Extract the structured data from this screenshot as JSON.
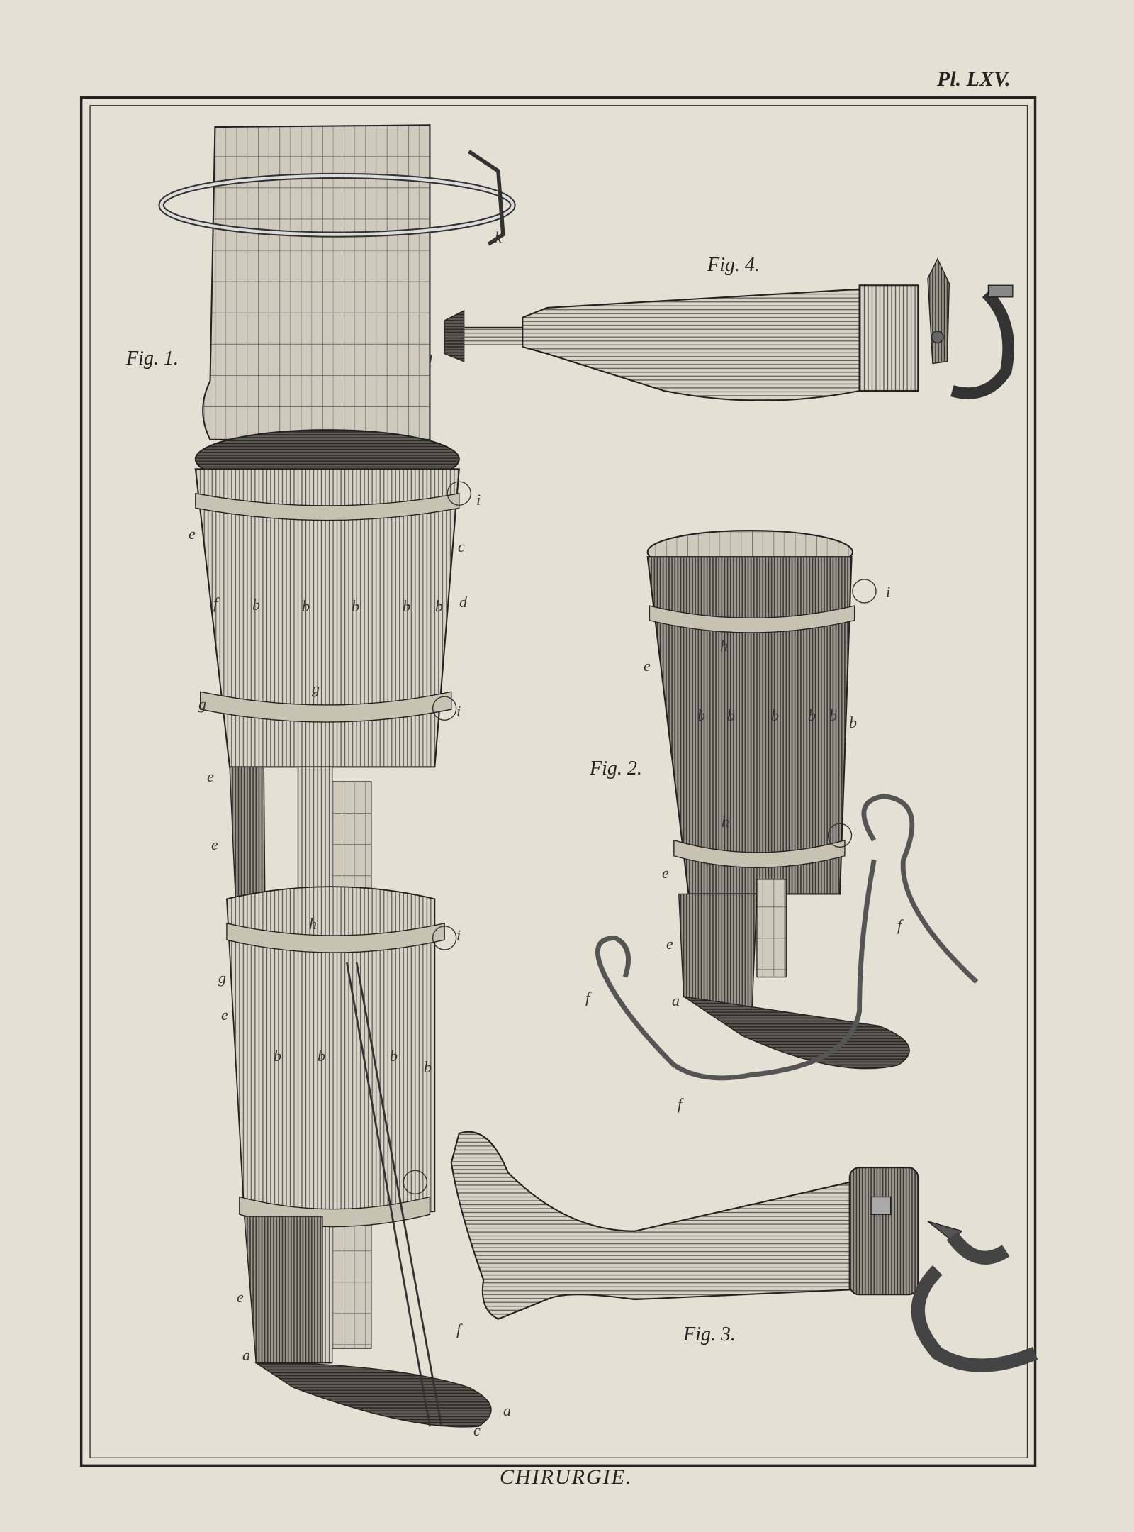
{
  "plate": {
    "number": "Pl. LXV.",
    "title": "CHIRURGIE."
  },
  "figures": [
    "Fig. 1.",
    "Fig. 2.",
    "Fig. 3.",
    "Fig. 4."
  ],
  "colors": {
    "paper": "#e4e0d3",
    "ink": "#2a2a2a"
  },
  "letters": [
    "k",
    "l",
    "i",
    "e",
    "c",
    "f",
    "b",
    "b",
    "b",
    "b",
    "b",
    "d",
    "g",
    "g",
    "i",
    "e",
    "e",
    "h",
    "i",
    "g",
    "e",
    "b",
    "b",
    "b",
    "b",
    "e",
    "a",
    "f",
    "a",
    "c",
    "i",
    "h",
    "e",
    "b",
    "b",
    "b",
    "b",
    "b",
    "b",
    "h",
    "e",
    "e",
    "f",
    "f",
    "a",
    "f"
  ]
}
